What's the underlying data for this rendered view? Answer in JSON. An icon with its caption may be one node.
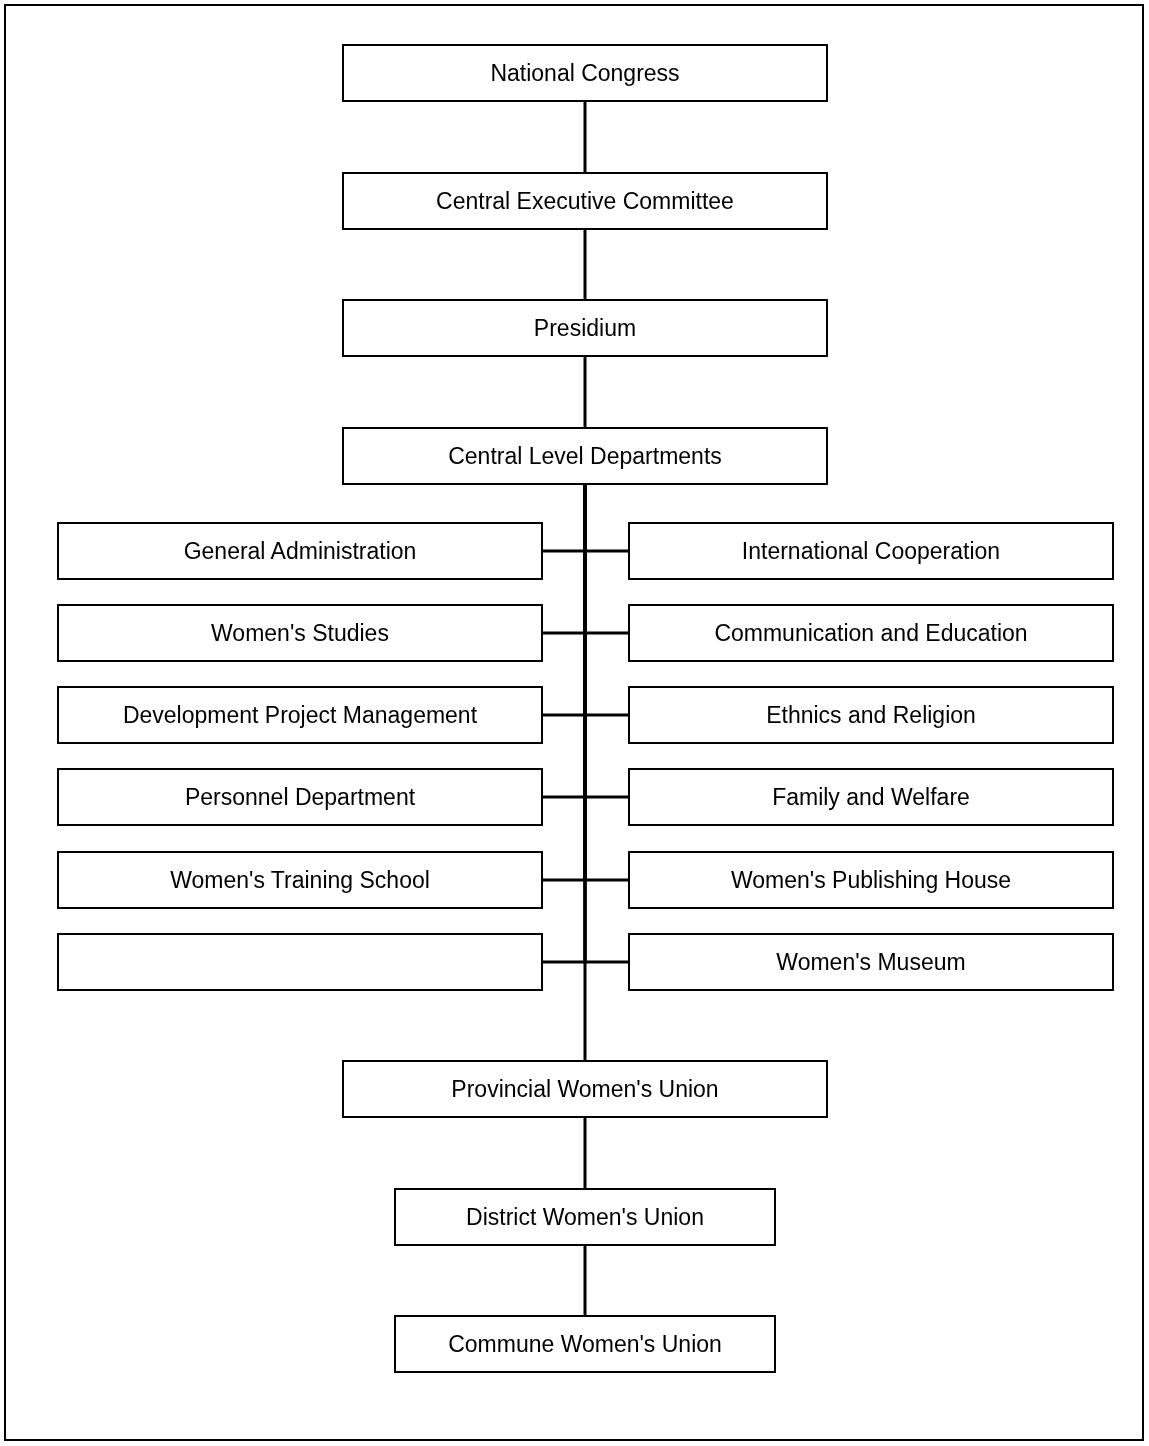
{
  "diagram": {
    "nodes": [
      {
        "text": [
          "National Congress"
        ]
      },
      {
        "text": [
          "Central Executive Committee"
        ]
      },
      {
        "text": [
          "Presidium"
        ]
      },
      {
        "text": [
          "Central Level Departments"
        ]
      },
      {
        "text": [
          "General Administration"
        ]
      },
      {
        "text": [
          "International Cooperation"
        ]
      },
      {
        "text": [
          "Women's Studies"
        ]
      },
      {
        "text": [
          "Communication and Education"
        ]
      },
      {
        "text": [
          "Development Project Management"
        ]
      },
      {
        "text": [
          "Ethnics and Religion"
        ]
      },
      {
        "text": [
          "Personnel Department"
        ]
      },
      {
        "text": [
          "Family and Welfare"
        ]
      },
      {
        "text": [
          "Women's Training School"
        ]
      },
      {
        "text": [
          "Women's Publishing House"
        ]
      },
      {
        "text": [],
        "shape": "box"
      },
      {
        "text": [
          "Women's Museum"
        ]
      },
      {
        "text": [
          "Provincial Women's Union"
        ]
      },
      {
        "text": [
          "District Women's Union"
        ]
      },
      {
        "text": [
          "Commune Women's Union"
        ]
      }
    ],
    "edges": [
      {
        "from": 0,
        "to": 1,
        "arrow": "none"
      },
      {
        "from": 1,
        "to": 2,
        "arrow": "none"
      },
      {
        "from": 2,
        "to": 3,
        "arrow": "none"
      },
      {
        "from": 3,
        "to": 4,
        "arrow": "none"
      },
      {
        "from": 3,
        "to": 5,
        "arrow": "none"
      },
      {
        "from": 3,
        "to": 6,
        "arrow": "none"
      },
      {
        "from": 3,
        "to": 7,
        "arrow": "none"
      },
      {
        "from": 3,
        "to": 8,
        "arrow": "none"
      },
      {
        "from": 3,
        "to": 9,
        "arrow": "none"
      },
      {
        "from": 3,
        "to": 10,
        "arrow": "none"
      },
      {
        "from": 3,
        "to": 11,
        "arrow": "none"
      },
      {
        "from": 3,
        "to": 12,
        "arrow": "none"
      },
      {
        "from": 3,
        "to": 13,
        "arrow": "none"
      },
      {
        "from": 3,
        "to": 14,
        "arrow": "none"
      },
      {
        "from": 3,
        "to": 15,
        "arrow": "none"
      },
      {
        "from": 3,
        "to": 16,
        "arrow": "none"
      },
      {
        "from": 16,
        "to": 17,
        "arrow": "none"
      },
      {
        "from": 17,
        "to": 18,
        "arrow": "none"
      }
    ]
  }
}
